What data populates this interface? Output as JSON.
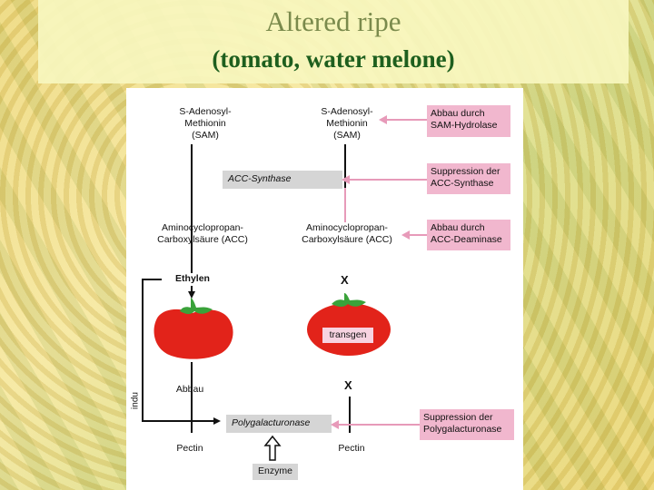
{
  "slide": {
    "title": "Altered ripe",
    "subtitle": "(tomato, water melone)"
  },
  "diagram": {
    "left": {
      "sam": "S-Adenosyl-\nMethionin\n(SAM)",
      "acc": "Aminocyclopropan-\nCarboxylsäure (ACC)",
      "ethylen": "Ethylen",
      "abbau": "Abbau",
      "pectin": "Pectin",
      "side_label": "indu"
    },
    "right": {
      "sam": "S-Adenosyl-\nMethionin\n(SAM)",
      "acc": "Aminocyclopropan-\nCarboxylsäure (ACC)",
      "x_top": "X",
      "x_bottom": "X",
      "tomato_label": "transgen",
      "pectin": "Pectin"
    },
    "enzymes": {
      "acc_synthase": "ACC-Synthase",
      "polygalacturonase": "Polygalacturonase",
      "enzyme": "Enzyme"
    },
    "interventions": [
      "Abbau durch\nSAM-Hydrolase",
      "Suppression der\nACC-Synthase",
      "Abbau durch\nACC-Deaminase",
      "Suppression der\nPolygalacturonase"
    ],
    "colors": {
      "intervention_box": "#f1b7ce",
      "intervention_arrow": "#e79ab9",
      "enzyme_box": "#d5d5d5",
      "tomato": "#e2231a",
      "stem": "#3aa23a"
    }
  }
}
